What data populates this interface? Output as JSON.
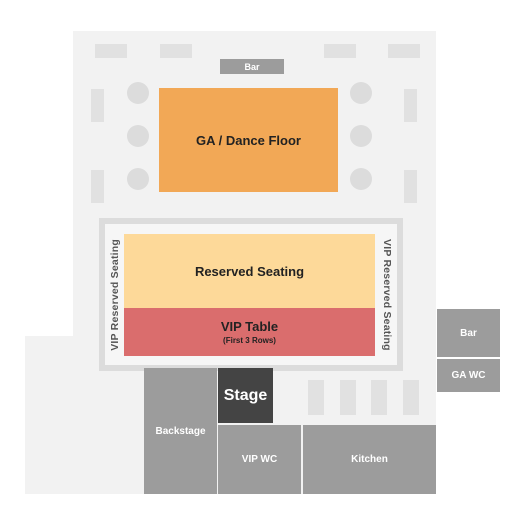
{
  "map": {
    "bar_top": "Bar",
    "ga_floor": "GA / Dance Floor",
    "reserved": "Reserved Seating",
    "vip_left": "VIP Reserved Seating",
    "vip_right": "VIP Reserved Seating",
    "vip_table": "VIP Table",
    "vip_table_sub": "(First 3 Rows)",
    "stage": "Stage",
    "backstage": "Backstage",
    "vip_wc": "VIP WC",
    "kitchen": "Kitchen",
    "bar_right": "Bar",
    "ga_wc": "GA WC"
  },
  "colors": {
    "ga_floor": "#f2a856",
    "reserved": "#fdd999",
    "vip_table": "#da6d6d",
    "stage": "#444444",
    "rooms": "#9c9c9c"
  }
}
